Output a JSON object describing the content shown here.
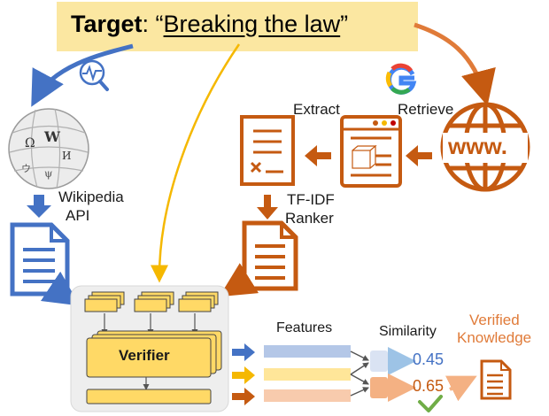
{
  "target": {
    "label": "Target",
    "separator": ":",
    "quote_open": "“",
    "phrase": "Breaking the law",
    "quote_close": "”"
  },
  "sources": {
    "wikipedia_label": "Wikipedia",
    "wikipedia_sub": "API",
    "google_glyph": "G",
    "retrieve_label": "Retrieve",
    "extract_label": "Extract",
    "www_text": "www.",
    "tfidf_label": "TF-IDF",
    "tfidf_sub": "Ranker"
  },
  "verifier": {
    "label": "Verifier"
  },
  "features": {
    "label": "Features"
  },
  "similarity": {
    "label": "Similarity",
    "scores": [
      "0.45",
      "0.65"
    ]
  },
  "verified": {
    "line1": "Verified",
    "line2": "Knowledge"
  },
  "colors": {
    "blue": "#4472c4",
    "orange": "#c55a11",
    "yellow": "#f5b800",
    "score_low": "#4472c4",
    "score_high": "#c55a11",
    "verified_text": "#e07b39",
    "check": "#70ad47",
    "target_bg": "#fbe7a1"
  }
}
